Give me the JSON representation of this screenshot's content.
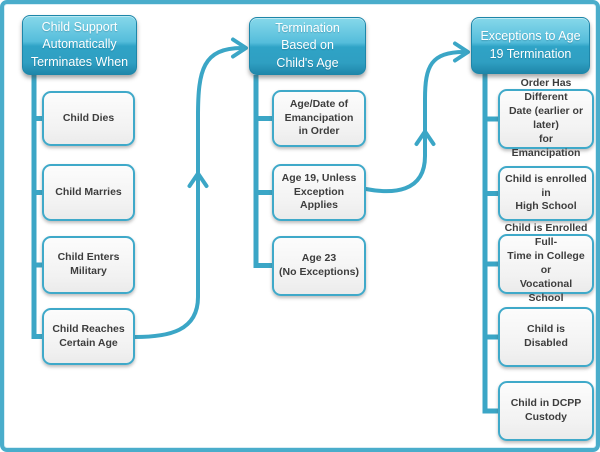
{
  "diagram": {
    "accent_color": "#3ba6c6",
    "header_fill_top": "#86d8ea",
    "header_fill_bottom": "#1f87aa",
    "node_border_color": "#3fa9c9",
    "columns": [
      {
        "header": "Child Support\nAutomatically\nTerminates When",
        "boxes": [
          {
            "label": "Child Dies"
          },
          {
            "label": "Child Marries"
          },
          {
            "label": "Child Enters Military"
          },
          {
            "label": "Child Reaches\nCertain Age"
          }
        ]
      },
      {
        "header": "Termination\nBased on\nChild's Age",
        "boxes": [
          {
            "label": "Age/Date of\nEmancipation\nin Order"
          },
          {
            "label": "Age 19,  Unless\nException Applies"
          },
          {
            "label": "Age 23\n(No Exceptions)"
          }
        ]
      },
      {
        "header": "Exceptions to  Age\n19 Termination",
        "boxes": [
          {
            "label": "Order Has Different\nDate (earlier or later)\nfor Emancipation"
          },
          {
            "label": "Child is enrolled in\nHigh School"
          },
          {
            "label": "Child is Enrolled Full-\nTime in College or\nVocational School"
          },
          {
            "label": "Child is Disabled"
          },
          {
            "label": "Child in DCPP\nCustody"
          }
        ]
      }
    ],
    "arrows": [
      {
        "name": "child-reaches-age-to-termination-by-age"
      },
      {
        "name": "age19-to-exceptions"
      }
    ]
  }
}
